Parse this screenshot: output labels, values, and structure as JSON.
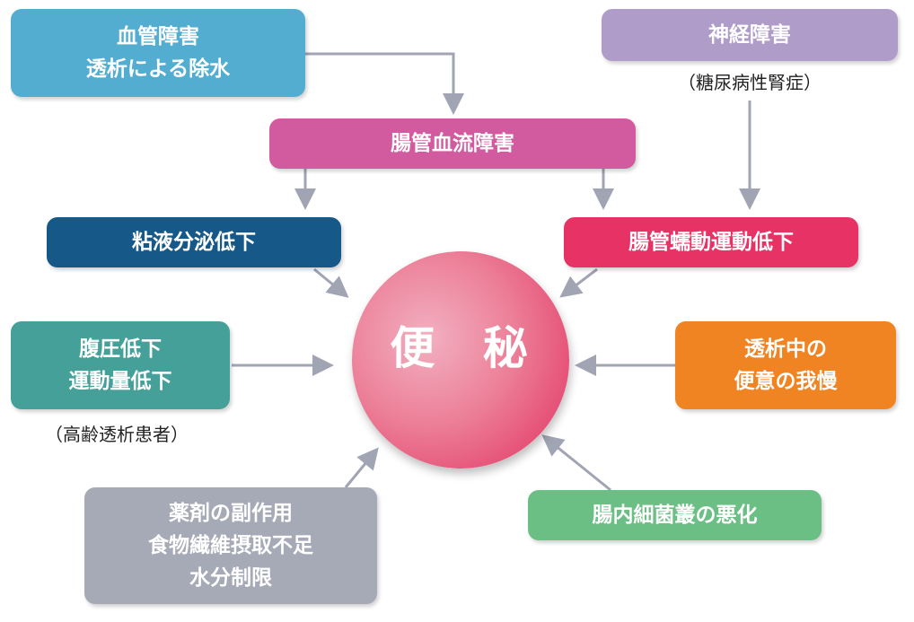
{
  "center": {
    "label": "便 秘",
    "color": "#E8587A"
  },
  "nodes": {
    "vascular": {
      "lines": [
        "血管障害",
        "透析による除水"
      ],
      "color": "#52ADD0"
    },
    "nerve": {
      "lines": [
        "神経障害"
      ],
      "caption": "（糖尿病性腎症）",
      "color": "#B09CC8"
    },
    "blood_flow": {
      "lines": [
        "腸管血流障害"
      ],
      "color": "#D25A9E"
    },
    "mucus": {
      "lines": [
        "粘液分泌低下"
      ],
      "color": "#165887"
    },
    "peristalsis": {
      "lines": [
        "腸管蠕動運動低下"
      ],
      "color": "#E63264"
    },
    "abdominal": {
      "lines": [
        "腹圧低下",
        "運動量低下"
      ],
      "caption": "（高齢透析患者）",
      "color": "#45A09A"
    },
    "holding": {
      "lines": [
        "透析中の",
        "便意の我慢"
      ],
      "color": "#F08423"
    },
    "drugs": {
      "lines": [
        "薬剤の副作用",
        "食物繊維摂取不足",
        "水分制限"
      ],
      "color": "#A6A9B6"
    },
    "bacteria": {
      "lines": [
        "腸内細菌叢の悪化"
      ],
      "color": "#6BBE84"
    }
  },
  "arrow_color": "#A0A4B3"
}
